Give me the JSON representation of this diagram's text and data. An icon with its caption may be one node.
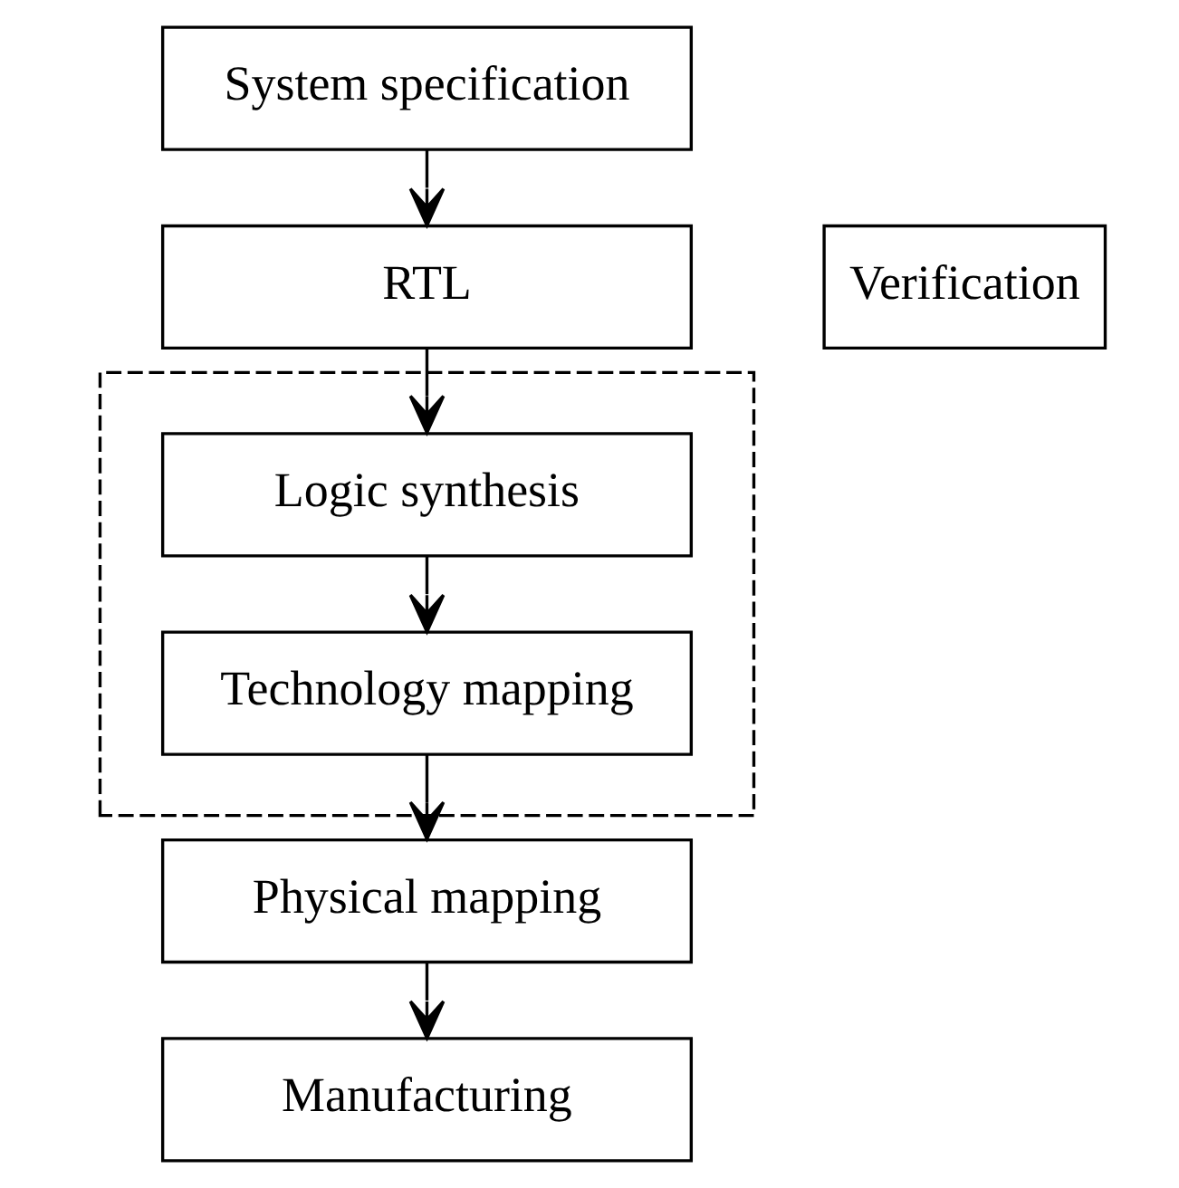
{
  "diagram": {
    "nodes": [
      {
        "text": [
          "System specification"
        ]
      },
      {
        "text": [
          "RTL"
        ]
      },
      {
        "text": [],
        "shape": "box"
      },
      {
        "text": [
          "Logic synthesis"
        ],
        "in": 2
      },
      {
        "text": [
          "Technology mapping"
        ],
        "in": 2
      },
      {
        "text": [
          "Physical mapping"
        ]
      },
      {
        "text": [
          "Manufacturing"
        ]
      },
      {
        "text": [
          "Verification"
        ]
      }
    ],
    "edges": [
      {
        "from": 0,
        "to": 1,
        "arrow": "to"
      },
      {
        "from": 1,
        "to": 3,
        "arrow": "to"
      },
      {
        "from": 3,
        "to": 4,
        "arrow": "to"
      },
      {
        "from": 4,
        "to": 5,
        "arrow": "to"
      },
      {
        "from": 5,
        "to": 6,
        "arrow": "to"
      }
    ]
  }
}
